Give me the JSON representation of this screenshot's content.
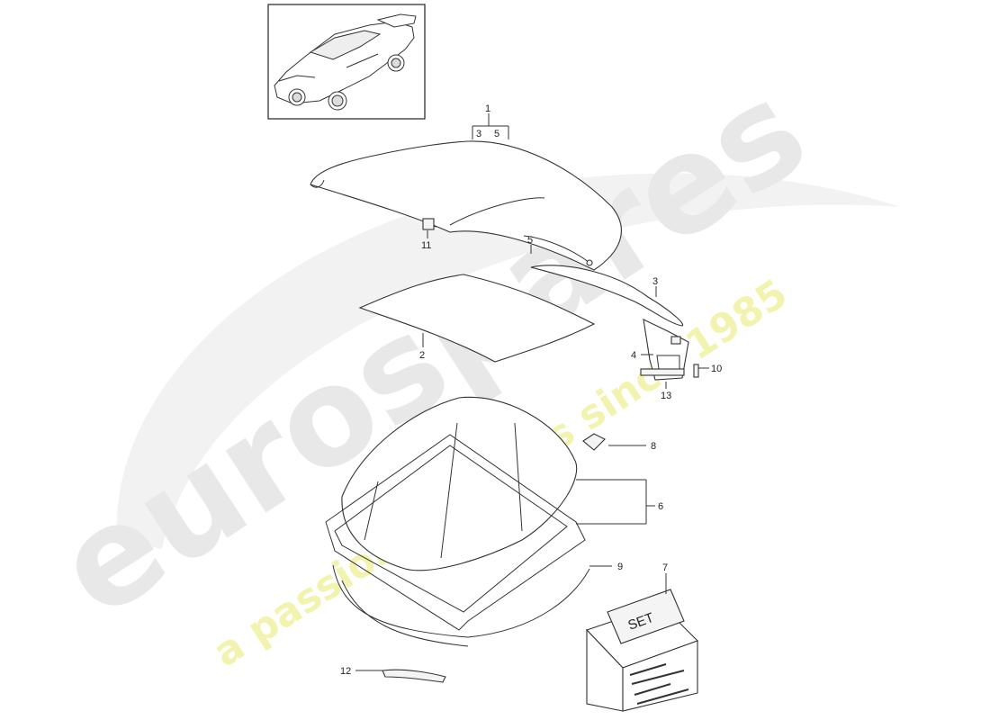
{
  "watermark": {
    "brand": "eurospares",
    "tagline": "a passion for parts since 1985",
    "brand_color": "#e6e6e6",
    "tagline_color": "#f2f2a8"
  },
  "callouts": [
    {
      "id": "1",
      "text": "1"
    },
    {
      "id": "3a",
      "text": "3"
    },
    {
      "id": "5a",
      "text": "5"
    },
    {
      "id": "11",
      "text": "11"
    },
    {
      "id": "5",
      "text": "5"
    },
    {
      "id": "3",
      "text": "3"
    },
    {
      "id": "2",
      "text": "2"
    },
    {
      "id": "4",
      "text": "4"
    },
    {
      "id": "10",
      "text": "10"
    },
    {
      "id": "13",
      "text": "13"
    },
    {
      "id": "8",
      "text": "8"
    },
    {
      "id": "6",
      "text": "6"
    },
    {
      "id": "9",
      "text": "9"
    },
    {
      "id": "7",
      "text": "7"
    },
    {
      "id": "12",
      "text": "12"
    }
  ],
  "set_box": {
    "label": "SET"
  }
}
